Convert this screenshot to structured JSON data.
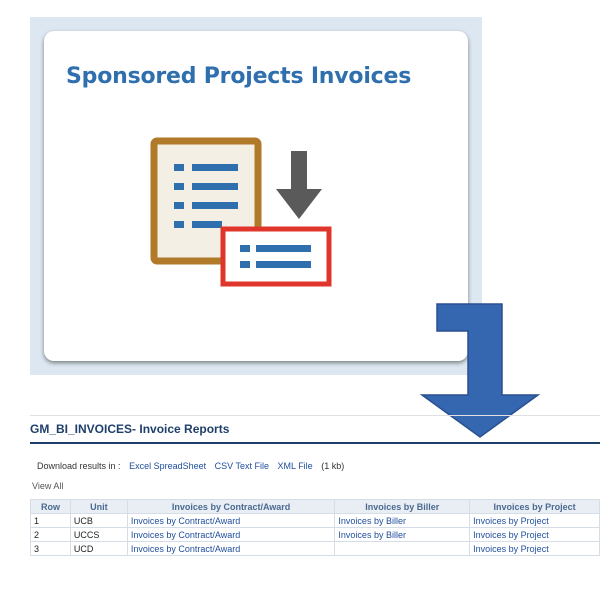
{
  "tile": {
    "title": "Sponsored Projects Invoices",
    "icon": "invoice-download-icon",
    "colors": {
      "title": "#2f6fae",
      "doc_border": "#b07a2a",
      "list_blue": "#2f6fae",
      "card_red": "#e0352b",
      "arrow_gray": "#5a5a5a"
    }
  },
  "flow_arrow": {
    "icon": "down-right-arrow-icon",
    "color": "#3566b0"
  },
  "report": {
    "title": "GM_BI_INVOICES- Invoice Reports",
    "download_label": "Download results in :",
    "download_links": [
      "Excel SpreadSheet",
      "CSV Text File",
      "XML File"
    ],
    "file_size": "(1 kb)",
    "view_all": "View All",
    "columns": [
      "Row",
      "Unit",
      "Invoices by Contract/Award",
      "Invoices by Biller",
      "Invoices by Project"
    ],
    "rows": [
      {
        "row": "1",
        "unit": "UCB",
        "contract": "Invoices by Contract/Award",
        "biller": "Invoices by Biller",
        "project": "Invoices by Project"
      },
      {
        "row": "2",
        "unit": "UCCS",
        "contract": "Invoices by Contract/Award",
        "biller": "Invoices by Biller",
        "project": "Invoices by Project"
      },
      {
        "row": "3",
        "unit": "UCD",
        "contract": "Invoices by Contract/Award",
        "biller": "",
        "project": "Invoices by Project"
      }
    ]
  }
}
